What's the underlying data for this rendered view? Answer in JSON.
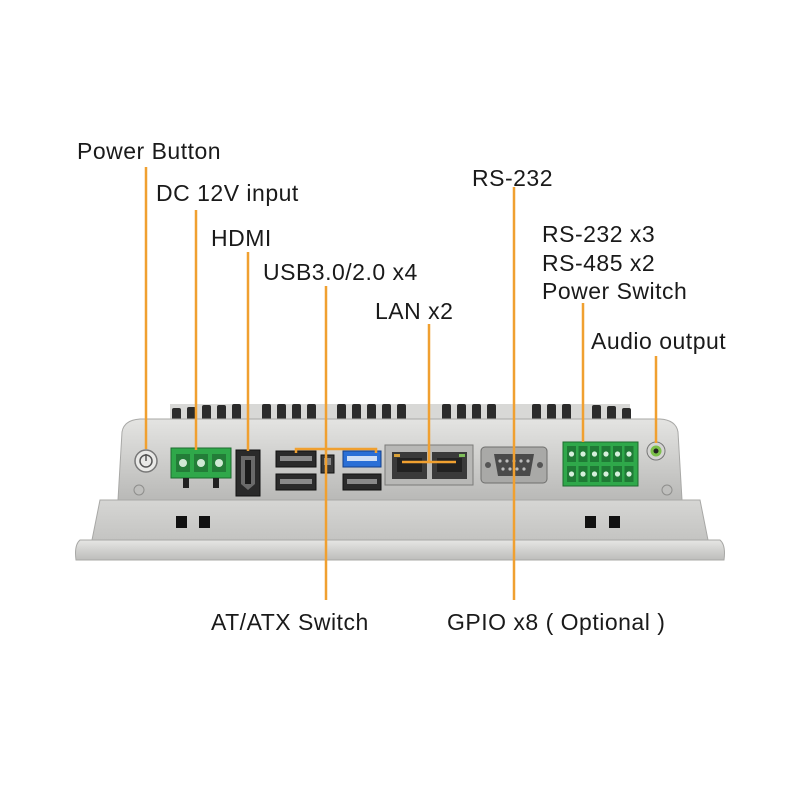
{
  "labels": {
    "power_button": "Power Button",
    "dc_input": "DC 12V input",
    "hdmi": "HDMI",
    "usb": "USB3.0/2.0 x4",
    "lan": "LAN x2",
    "rs232": "RS-232",
    "multi_line1": "RS-232 x3",
    "multi_line2": "RS-485 x2",
    "multi_line3": "Power Switch",
    "audio": "Audio output",
    "at_atx": "AT/ATX Switch",
    "gpio": "GPIO x8 ( Optional )"
  },
  "colors": {
    "leader_line": "#f0a030",
    "chassis": "#c9c9c7",
    "panel": "#dcdcda",
    "fins": "#2a2a2a",
    "terminal_green": "#2fa84a",
    "usb3_blue": "#2a6fd6"
  }
}
